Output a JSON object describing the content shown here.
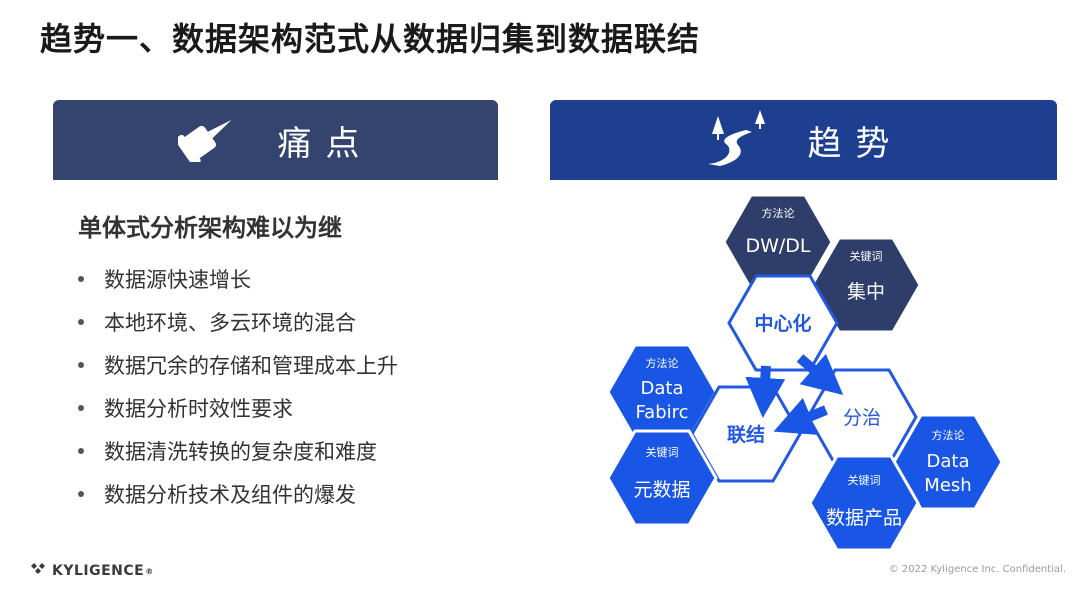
{
  "title": "趋势一、数据架构范式从数据归集到数据联结",
  "pain": {
    "header": "痛点",
    "subtitle": "单体式分析架构难以为继",
    "bullets": [
      "数据源快速增长",
      "本地环境、多云环境的混合",
      "数据冗余的存储和管理成本上升",
      "数据分析时效性要求",
      "数据清洗转换的复杂度和难度",
      "数据分析技术及组件的爆发"
    ]
  },
  "trend": {
    "header": "趋势",
    "hexes": {
      "center": "中心化",
      "link": "联结",
      "divide": "分治",
      "dwdl_tag": "方法论",
      "dwdl": "DW/DL",
      "jizhong_tag": "关键词",
      "jizhong": "集中",
      "fabric_tag": "方法论",
      "fabric_line1": "Data",
      "fabric_line2": "Fabirc",
      "meta_tag": "关键词",
      "meta": "元数据",
      "mesh_tag": "方法论",
      "mesh_line1": "Data",
      "mesh_line2": "Mesh",
      "product_tag": "关键词",
      "product": "数据产品"
    }
  },
  "footer": {
    "logo": "KYLIGENCE",
    "logo_mark": "®",
    "copyright": "© 2022 Kyligence Inc. Confidential."
  },
  "colors": {
    "pain_header": "#34446e",
    "trend_header": "#1e3f8f",
    "hex_dark": "#2f3d6a",
    "hex_blue": "#1a56e6",
    "hex_outline": "#2358e0"
  }
}
